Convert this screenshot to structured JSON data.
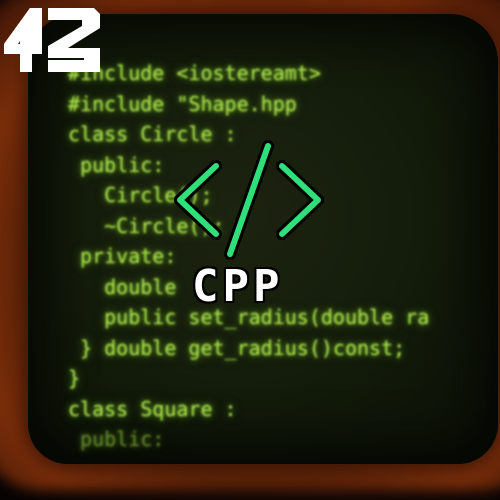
{
  "logo": {
    "text": "42",
    "color": "#ffffff"
  },
  "badge": {
    "icon": "code-brackets-icon",
    "label": "CPP",
    "icon_color": "#2fe07a"
  },
  "code_lines": [
    "#include <iostereamt>",
    "#include \"Shape.hpp",
    "class Circle :",
    " public:",
    "   Circle();",
    "   ~Circle();",
    " private:",
    "   double",
    "   public set_radius(double ra",
    " } double get_radius()const;",
    "}",
    "class Square :",
    " public:"
  ],
  "colors": {
    "code_text": "#aee24c",
    "bezel": "#7a2e0a",
    "screen": "#121a0a"
  }
}
